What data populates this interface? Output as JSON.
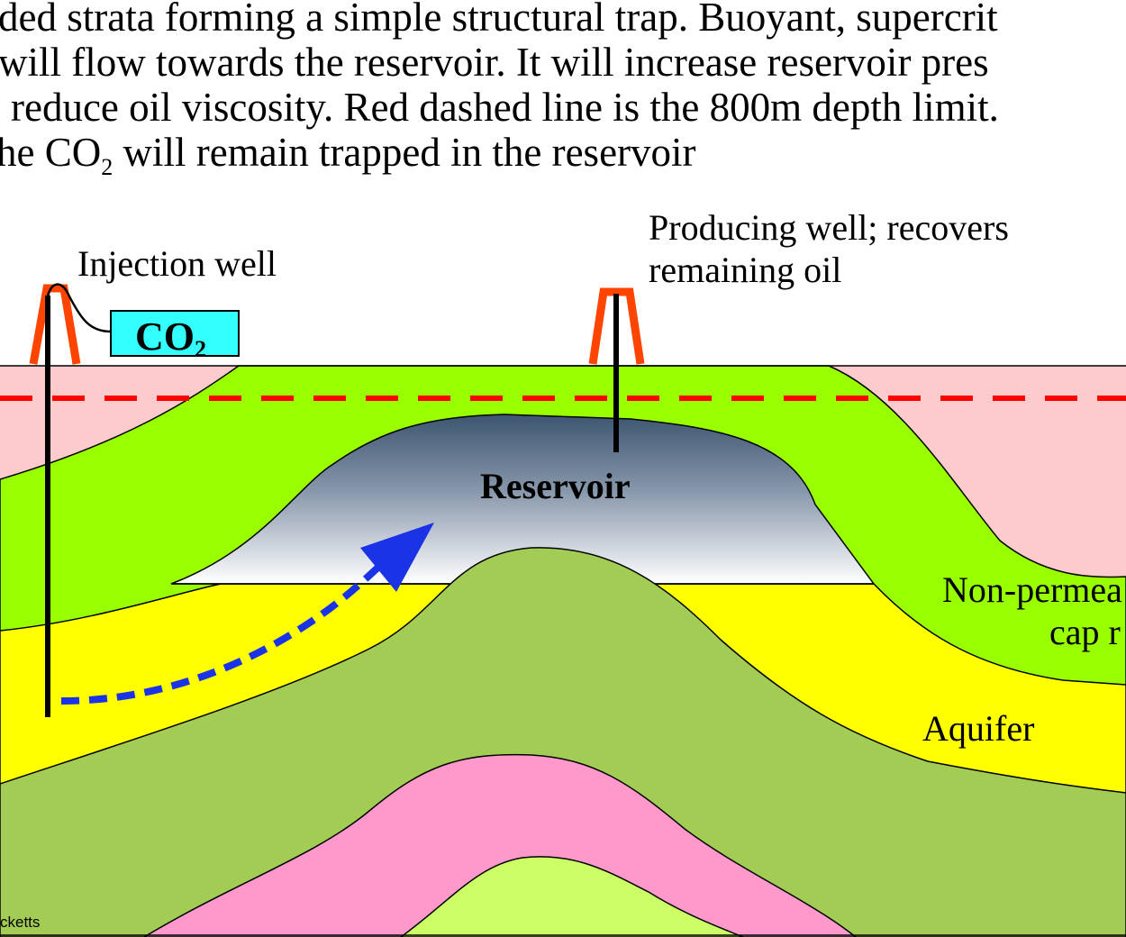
{
  "caption": {
    "line1": "ded strata forming a simple structural trap.  Buoyant, supercrit",
    "line2": " will flow towards the reservoir. It will increase reservoir pres",
    "line3": "reduce oil viscosity. Red dashed line is the 800m depth limit.",
    "line4_pre": "he CO",
    "line4_sub": "2",
    "line4_post": " will remain trapped in the reservoir"
  },
  "labels": {
    "injection_well": "Injection well",
    "co2_main": "CO",
    "co2_sub": "2",
    "producing_well_1": "Producing well; recovers",
    "producing_well_2": "remaining oil",
    "reservoir": "Reservoir",
    "cap_rock_1": "Non-permea",
    "cap_rock_2": "cap r",
    "aquifer": "Aquifer",
    "credit": "cketts"
  },
  "colors": {
    "surface_pink": "#fdcbcb",
    "cap_rock_green": "#99ff00",
    "aquifer_yellow": "#ffff00",
    "dome_olive": "#a3cc55",
    "core_pink": "#ff99cc",
    "innermost_green": "#ccff66",
    "reservoir_dark": "#3d5570",
    "depth_line_red": "#ff0000",
    "flow_arrow_blue": "#1a33e6",
    "derrick_orange": "#ff4400",
    "co2_box_cyan": "#33ffff"
  }
}
